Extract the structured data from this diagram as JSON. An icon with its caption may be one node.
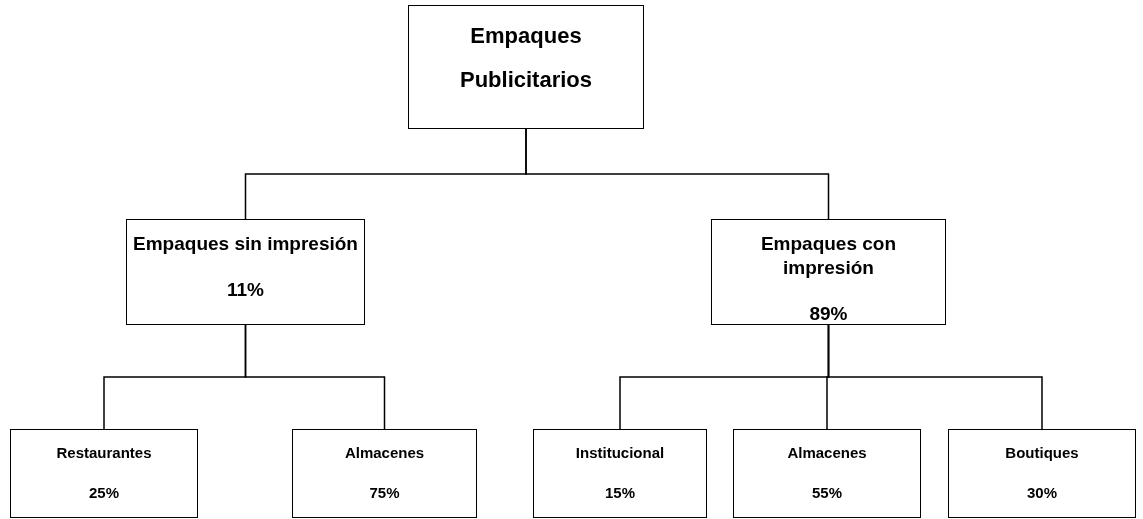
{
  "diagram": {
    "nodes": [
      {
        "text": [
          "Empaques Publicitarios"
        ]
      },
      {
        "text": [
          "Empaques sin impresión",
          "11%"
        ]
      },
      {
        "text": [
          "Empaques con impresión",
          "89%"
        ]
      },
      {
        "text": [
          "Restaurantes",
          "25%"
        ]
      },
      {
        "text": [
          "Almacenes",
          "75%"
        ]
      },
      {
        "text": [
          "Institucional",
          "15%"
        ]
      },
      {
        "text": [
          "Almacenes",
          "55%"
        ]
      },
      {
        "text": [
          "Boutiques",
          "30%"
        ]
      }
    ],
    "edges": [
      {
        "from": 0,
        "to": 1,
        "arrow": "none"
      },
      {
        "from": 0,
        "to": 2,
        "arrow": "none"
      },
      {
        "from": 1,
        "to": 3,
        "arrow": "none"
      },
      {
        "from": 1,
        "to": 4,
        "arrow": "none"
      },
      {
        "from": 2,
        "to": 5,
        "arrow": "none"
      },
      {
        "from": 2,
        "to": 6,
        "arrow": "none"
      },
      {
        "from": 2,
        "to": 7,
        "arrow": "none"
      }
    ]
  }
}
